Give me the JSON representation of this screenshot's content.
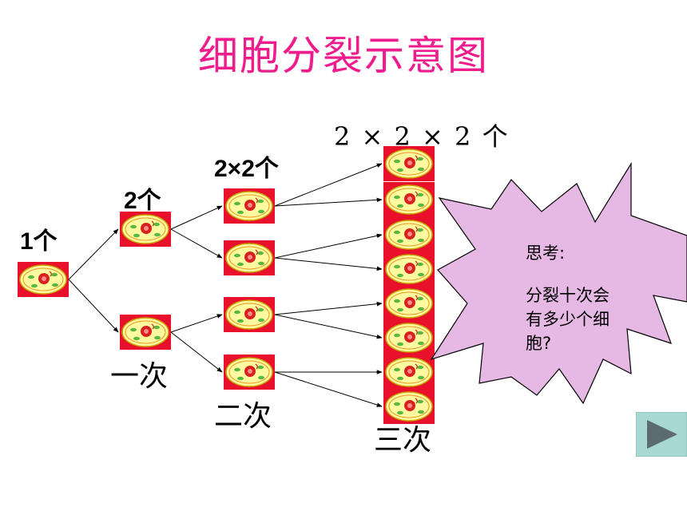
{
  "title": "细胞分裂示意图",
  "counts": {
    "gen0": "1个",
    "gen1": "2个",
    "gen2": "2×2个",
    "gen3": "2 × 2 × 2 个"
  },
  "generations": {
    "first": "一次",
    "second": "二次",
    "third": "三次"
  },
  "thought": {
    "heading": "思考:",
    "question_line1": "分裂十次会",
    "question_line2": "有多少个细",
    "question_line3": "胞?"
  },
  "colors": {
    "title": "#ee1c8c",
    "cell_background": "#e8102a",
    "cell_body": "#fffaa0",
    "starburst": "#e6b8e4",
    "nav_button": "#a7d8d4"
  },
  "icons": {
    "nav": "play-triangle-icon"
  }
}
